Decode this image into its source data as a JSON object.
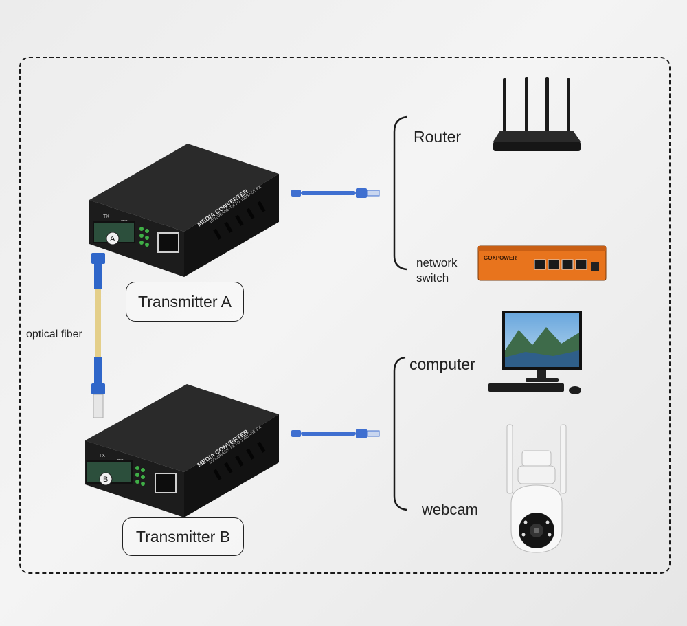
{
  "labels": {
    "router": "Router",
    "network_switch_line1": "network",
    "network_switch_line2": "switch",
    "computer": "computer",
    "webcam": "webcam",
    "optical_fiber": "optical fiber",
    "transmitter_a": "Transmitter A",
    "transmitter_b": "Transmitter B"
  },
  "converter": {
    "brand_text": "MEDIA CONVERTER",
    "spec_text": "10/100BASE-TX TO 100BASE-FX",
    "tx_port": "TX",
    "rx_port": "RX",
    "badge_a": "A",
    "badge_b": "B"
  },
  "switch_device": {
    "brand_text": "GOXPOWER",
    "accent_color": "#e8741d"
  },
  "colors": {
    "fiber_blue": "#2f66c9",
    "cable_blue": "#3f6fd0",
    "device_body": "#1b1b1b"
  }
}
